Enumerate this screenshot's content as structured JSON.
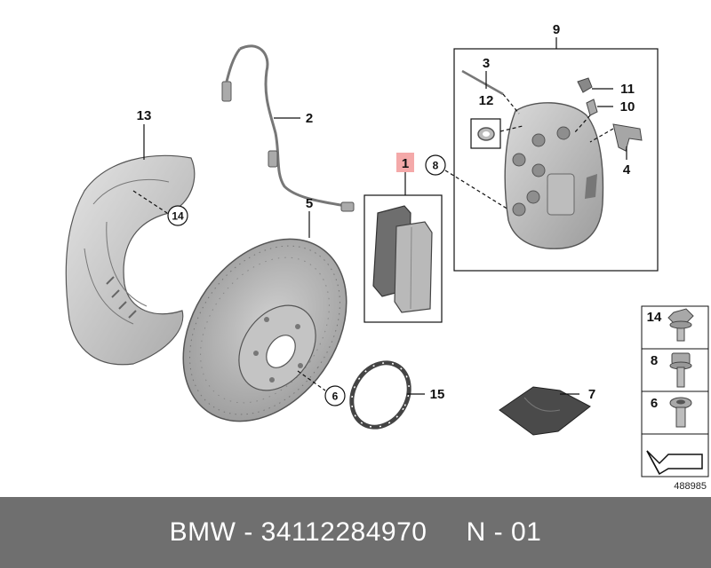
{
  "callouts": {
    "c1": "1",
    "c2": "2",
    "c3": "3",
    "c4": "4",
    "c5": "5",
    "c6": "6",
    "c7": "7",
    "c8": "8",
    "c9": "9",
    "c10": "10",
    "c11": "11",
    "c12": "12",
    "c13": "13",
    "c14": "14",
    "c15": "15"
  },
  "hardware_panel": {
    "items": [
      {
        "label": "14",
        "icon": "hex-flange-bolt-icon"
      },
      {
        "label": "8",
        "icon": "flange-bolt-icon"
      },
      {
        "label": "6",
        "icon": "hex-socket-bolt-icon"
      }
    ],
    "direction_icon": "arrow-direction-icon"
  },
  "ref_number": "488985",
  "footer": {
    "text": "BMW - 34112284970     N - 01"
  },
  "colors": {
    "highlight": "#f4a9a9",
    "part_fill": "#b5b5b5",
    "footer_bg": "#6f6f6f"
  }
}
